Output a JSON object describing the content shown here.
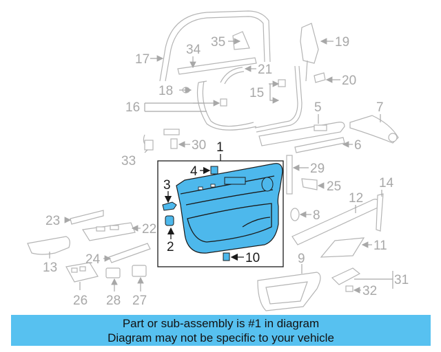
{
  "banner": {
    "line1": "Part or sub-assembly is #1 in diagram",
    "line2": "Diagram may not be specific to your vehicle",
    "background": "#57c1f0"
  },
  "highlight_color": "#4db8ec",
  "callouts": {
    "c1": "1",
    "c2": "2",
    "c3": "3",
    "c4": "4",
    "c5": "5",
    "c6": "6",
    "c7": "7",
    "c8": "8",
    "c9": "9",
    "c10": "10",
    "c11": "11",
    "c12": "12",
    "c13": "13",
    "c14": "14",
    "c15": "15",
    "c16": "16",
    "c17": "17",
    "c18": "18",
    "c19": "19",
    "c20": "20",
    "c21": "21",
    "c22": "22",
    "c23": "23",
    "c24": "24",
    "c25": "25",
    "c26": "26",
    "c27": "27",
    "c28": "28",
    "c29": "29",
    "c30": "30",
    "c31": "31",
    "c32": "32",
    "c33": "33",
    "c34": "34",
    "c35": "35"
  }
}
